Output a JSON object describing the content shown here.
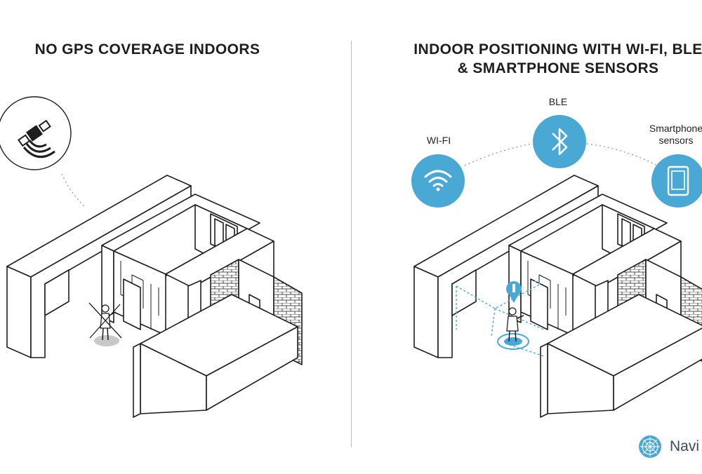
{
  "left_panel": {
    "title": "NO GPS COVERAGE INDOORS",
    "icon": "satellite-icon"
  },
  "right_panel": {
    "title_line1": "INDOOR POSITIONING WITH WI-FI, BLE",
    "title_line2": "& SMARTPHONE SENSORS",
    "technologies": [
      {
        "label": "WI-FI",
        "icon": "wifi-icon"
      },
      {
        "label": "BLE",
        "icon": "bluetooth-icon"
      },
      {
        "label": "Smartphone sensors",
        "icon": "tablet-icon"
      }
    ]
  },
  "brand": {
    "name": "Navi",
    "icon": "logo-icon"
  },
  "colors": {
    "accent": "#4aa8d4",
    "line": "#1e1e1e",
    "shadow": "#c8c8c8"
  }
}
